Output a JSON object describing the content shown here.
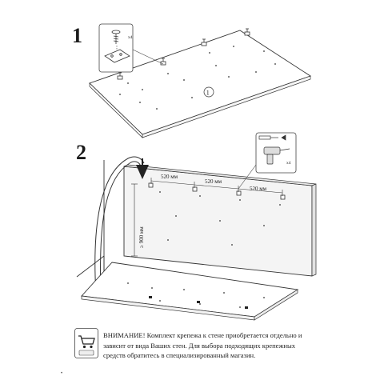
{
  "steps": {
    "step1": {
      "number": "1",
      "part_label": "①",
      "qty_label": "x4"
    },
    "step2": {
      "number": "2",
      "spacing_labels": [
        "520 мм",
        "520 мм",
        "520 мм"
      ],
      "height_label": "≥ 900 мм",
      "qty_label": "x4"
    }
  },
  "notice": {
    "lines": [
      "ВНИМАНИЕ! Комплект крепежа к стене приобретается отдельно и",
      "зависит от вида Ваших стен. Для выбора подходящих крепежных",
      "средств обратитесь в специализированный магазин."
    ],
    "icon": "shopping-cart-icon"
  },
  "page_mark": "•",
  "colors": {
    "line": "#333333",
    "board_fill": "#ffffff",
    "wall_fill": "#f2f2f2"
  }
}
